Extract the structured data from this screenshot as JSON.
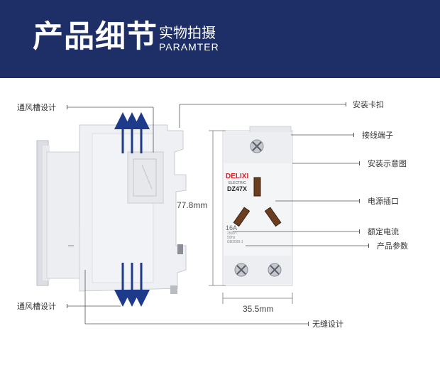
{
  "header": {
    "title_cn": "产品细节",
    "subtitle_cn": "实物拍摄",
    "subtitle_en": "PARAMTER"
  },
  "labels": {
    "vent_top": "通风槽设计",
    "vent_bottom": "通风槽设计",
    "install_clip": "安装卡扣",
    "terminal": "接线端子",
    "install_diagram": "安装示意图",
    "socket": "电源插口",
    "rated_current": "额定电流",
    "params": "产品参数",
    "seamless": "无缝设计"
  },
  "dimensions": {
    "height": "77.8mm",
    "width": "35.5mm"
  },
  "device": {
    "brand": "DELIXI",
    "brand_sub": "ELECTRIC",
    "model": "DZ47X",
    "current": "16A",
    "voltage": "250V~",
    "freq": "50Hz",
    "standard": "GB2099.1"
  },
  "colors": {
    "banner": "#1e2f68",
    "arrow": "#1e3a8a",
    "brand_red": "#d61f26"
  }
}
